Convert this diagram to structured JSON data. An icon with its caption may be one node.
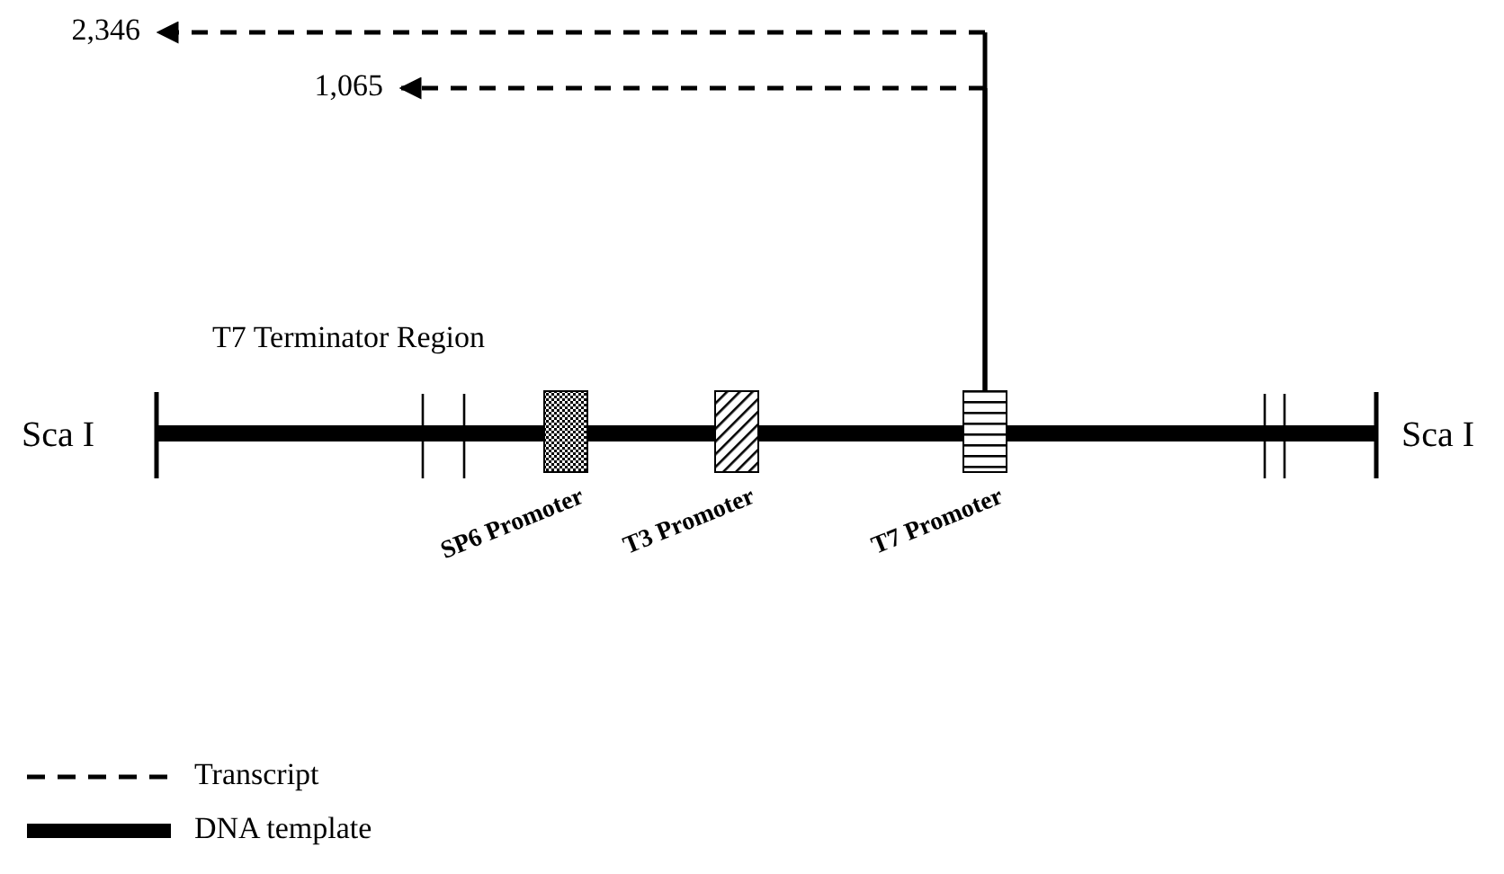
{
  "diagram": {
    "nodes": [
      {
        "text": [
          "2,346"
        ]
      },
      {
        "text": [
          "1,065"
        ]
      },
      {
        "text": [],
        "shape": "box",
        "beside": [
          "SP6 Promoter"
        ]
      },
      {
        "text": [],
        "shape": "box",
        "beside": [
          "T3 Promoter"
        ]
      },
      {
        "text": [],
        "shape": "box",
        "beside": [
          "T7 Promoter"
        ]
      }
    ],
    "edges": [
      {
        "from": 4,
        "to": 0,
        "arrow": "to",
        "style": "dashed"
      },
      {
        "from": 4,
        "to": 1,
        "arrow": "to",
        "style": "dashed"
      }
    ],
    "labels": [
      "T7 Terminator Region",
      "Sca I",
      "Sca I"
    ],
    "legend": [
      {
        "text": "Transcript"
      },
      {
        "text": "DNA template"
      }
    ]
  }
}
